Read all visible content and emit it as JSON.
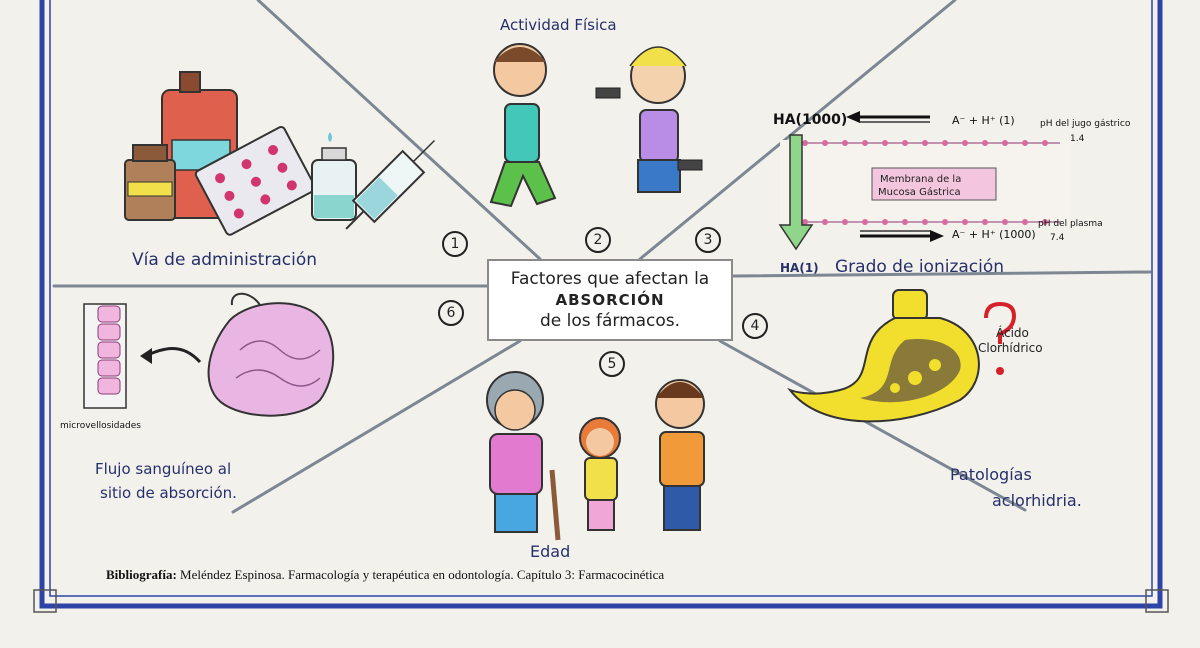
{
  "center": {
    "line1": "Factores que afectan la",
    "line2": "ABSORCIÓN",
    "line3": "de los fármacos."
  },
  "sections": {
    "administration": {
      "number": "1",
      "caption": "Vía de administración"
    },
    "activity": {
      "number": "2",
      "caption": "Actividad Física"
    },
    "ionization": {
      "number": "3",
      "caption": "Grado de ionización",
      "ha_top": "HA(1000)",
      "ion_top": "A⁻ + H⁺ (1)",
      "ph_top": "pH del jugo gástrico",
      "ph_top_value": "1.4",
      "membrane_label_1": "Membrana de la",
      "membrane_label_2": "Mucosa Gástrica",
      "ha_bottom": "HA(1)",
      "ion_bottom": "A⁻ + H⁺ (1000)",
      "ph_bottom": "pH del plasma",
      "ph_bottom_value": "7.4"
    },
    "pathology": {
      "number": "4",
      "caption_1": "Patologías",
      "caption_2": "aclorhidria.",
      "acid_1": "Ácido",
      "acid_2": "Clorhídrico"
    },
    "age": {
      "number": "5",
      "caption": "Edad"
    },
    "blood_flow": {
      "number": "6",
      "caption_1": "Flujo sanguíneo al",
      "caption_2": "sitio de absorción.",
      "microvilli": "microvellosidades"
    }
  },
  "bibliography": {
    "label": "Bibliografía:",
    "text": " Meléndez Espinosa. Farmacología y terapéutica en odontología. Capítulo 3: Farmacocinética"
  },
  "colors": {
    "frame_blue": "#2e43a6",
    "text_blue": "#27306b",
    "divider_gray": "#7d8794",
    "stomach_yellow": "#f2de2c",
    "acid_red": "#d6202a"
  }
}
